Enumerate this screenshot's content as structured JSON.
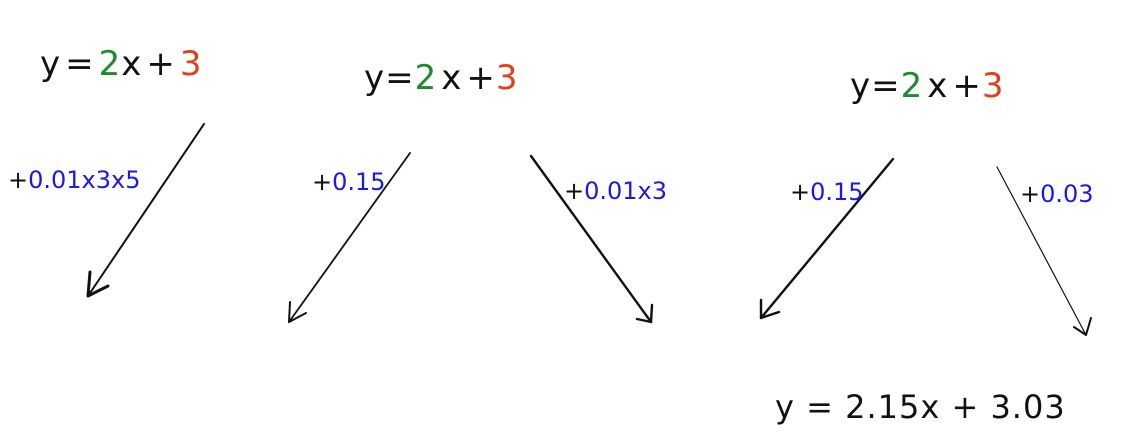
{
  "equations": [
    {
      "y": "y",
      "eq": "=",
      "coef": "2",
      "x": "x",
      "plus": "+",
      "const": "3"
    },
    {
      "y": "y",
      "eq": "=",
      "coef": "2",
      "x": "x",
      "plus": "+",
      "const": "3"
    },
    {
      "y": "y",
      "eq": "=",
      "coef": "2",
      "x": "x",
      "plus": "+",
      "const": "3"
    }
  ],
  "updates": {
    "one": {
      "sign": "+",
      "text": "0.01x3x5"
    },
    "two_left": {
      "sign": "+",
      "text": "0.15"
    },
    "two_right": {
      "sign": "+",
      "text": "0.01x3"
    },
    "three_left": {
      "sign": "+",
      "text": "0.15"
    },
    "three_right": {
      "sign": "+",
      "text": "0.03"
    }
  },
  "result": "y = 2.15x + 3.03",
  "colors": {
    "coefficient": "#1f8a2e",
    "constant": "#e0401a",
    "update_text": "#1a1ae6",
    "ink": "#111111"
  }
}
